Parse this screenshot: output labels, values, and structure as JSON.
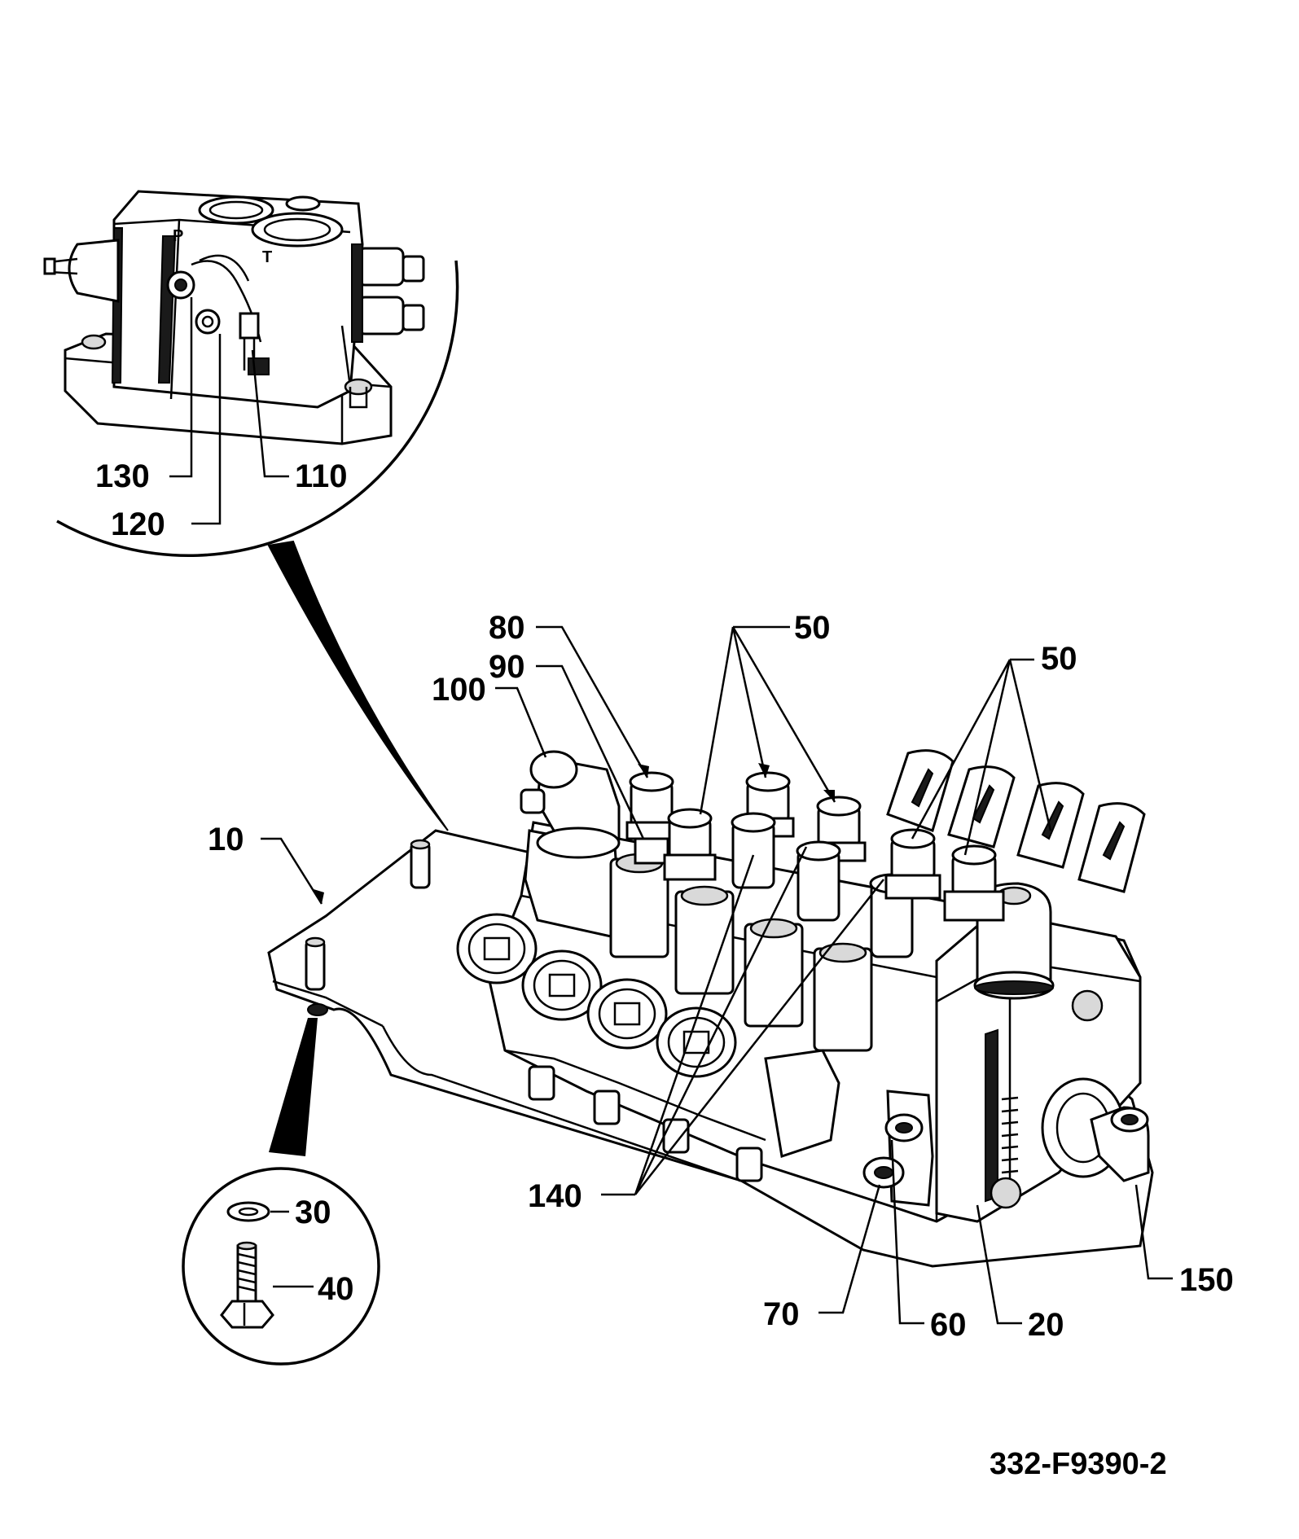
{
  "figure_id": "332-F9390-2",
  "callouts": {
    "c10": "10",
    "c20": "20",
    "c30": "30",
    "c40": "40",
    "c50a": "50",
    "c50b": "50",
    "c60": "60",
    "c70": "70",
    "c80": "80",
    "c90": "90",
    "c100": "100",
    "c110": "110",
    "c120": "120",
    "c130": "130",
    "c140": "140",
    "c150": "150"
  },
  "port_letters": {
    "p": "P",
    "t": "T"
  },
  "colors": {
    "ink": "#000000",
    "paper": "#ffffff"
  }
}
